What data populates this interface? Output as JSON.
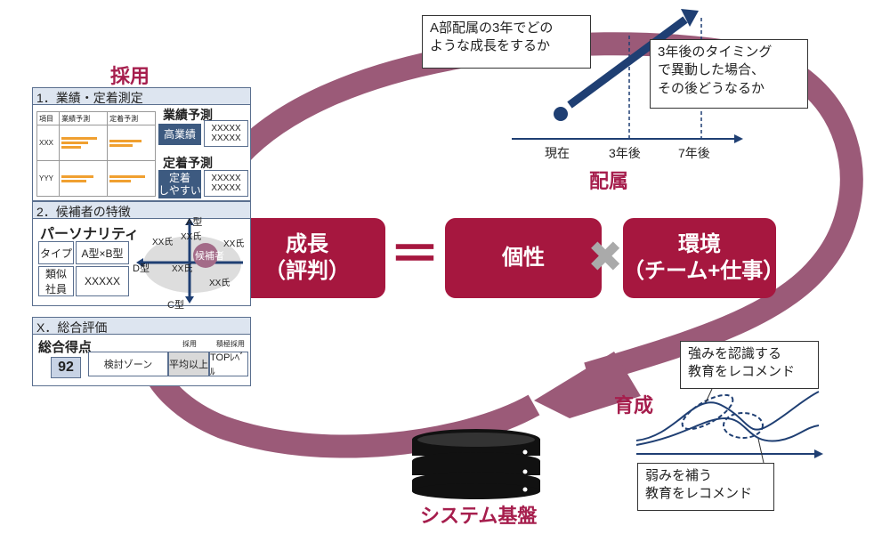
{
  "labels": {
    "recruit": "採用",
    "placement": "配属",
    "training": "育成",
    "system": "システム基盤"
  },
  "timeline": {
    "ticks": [
      "現在",
      "3年後",
      "7年後"
    ],
    "callout_a": [
      "A部配属の3年でどの",
      "ような成長をするか"
    ],
    "callout_b": [
      "3年後のタイミング",
      "で異動した場合、",
      "その後どうなるか"
    ]
  },
  "equation": {
    "growth": [
      "成長",
      "（評判）"
    ],
    "equals": "＝",
    "personality": "個性",
    "times": "✖",
    "environment": [
      "環境",
      "（チーム+仕事）"
    ]
  },
  "training_callouts": {
    "strength": [
      "強みを認識する",
      "教育をレコメンド"
    ],
    "weakness": [
      "弱みを補う",
      "教育をレコメンド"
    ]
  },
  "panel": {
    "sec1_title": "1．業績・定着測定",
    "table_headers": [
      "項目",
      "業績予測",
      "定着予測"
    ],
    "rows": [
      "XXX",
      "YYY"
    ],
    "perf_title": "業績予測",
    "perf_label": "高業績",
    "perf_value": [
      "XXXXX",
      "XXXXX"
    ],
    "ret_title": "定着予測",
    "ret_label": [
      "定着",
      "しやすい"
    ],
    "ret_value": [
      "XXXXX",
      "XXXXX"
    ],
    "sec2_title": "2．候補者の特徴",
    "personality_title": "パーソナリティ",
    "type_label": "タイプ",
    "type_value": "A型×B型",
    "similar_label": [
      "類似",
      "社員"
    ],
    "similar_value": "XXXXX",
    "map": {
      "center": "候補者",
      "axis_a": "A型",
      "axis_c": "C型",
      "axis_d": "D型",
      "node": "XX氏"
    },
    "secx_title": "X．総合評価",
    "total_title": "総合得点",
    "total_score": "92",
    "bands_small": [
      "採用",
      "積極採用"
    ],
    "bands": [
      "検討ゾーン",
      "平均以上",
      "TOPﾚﾍﾞﾙ"
    ]
  },
  "colors": {
    "cycle": "#9b5a78",
    "accent": "#a6173f",
    "navy": "#1f3f73"
  }
}
